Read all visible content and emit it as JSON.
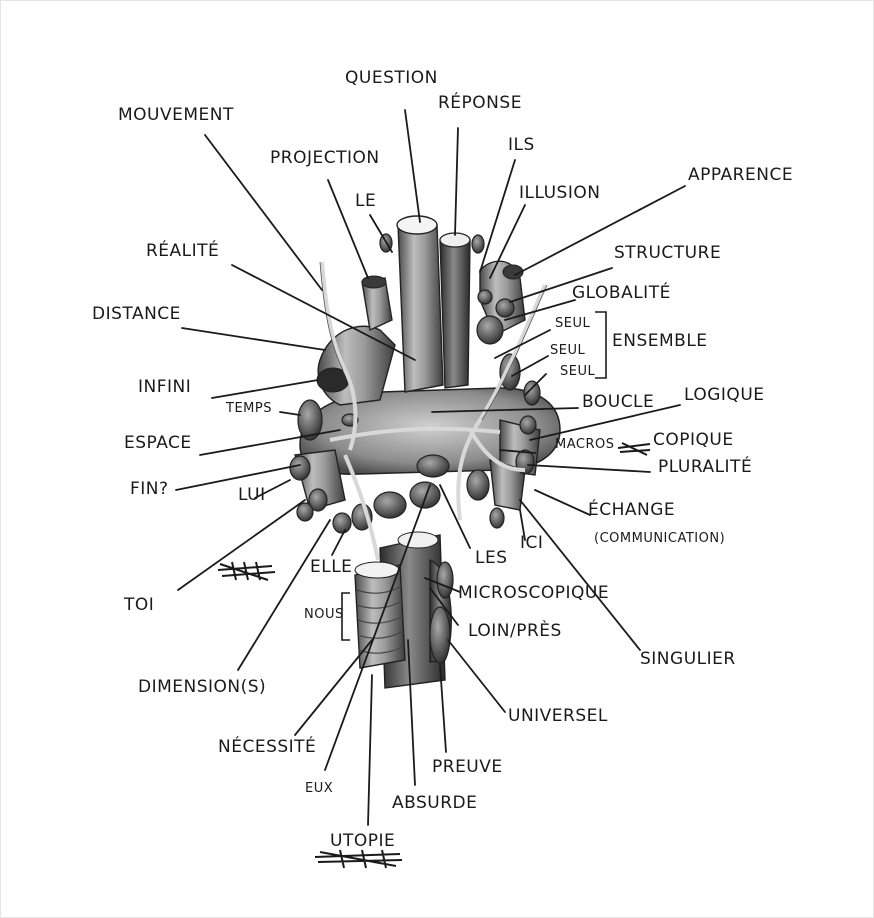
{
  "labels": {
    "question": "QUESTION",
    "reponse": "RÉPONSE",
    "ils": "ILS",
    "illusion": "ILLUSION",
    "apparence": "APPARENCE",
    "mouvement": "MOUVEMENT",
    "projection": "PROJECTION",
    "le": "LE",
    "realite": "RÉALITÉ",
    "structure": "STRUCTURE",
    "globalite": "GLOBALITÉ",
    "distance": "DISTANCE",
    "seul1": "SEUL",
    "seul2": "SEUL",
    "seul3": "SEUL",
    "ensemble": "ENSEMBLE",
    "infini": "INFINI",
    "temps": "TEMPS",
    "boucle": "BOUCLE",
    "logique": "LOGIQUE",
    "espace": "ESPACE",
    "macroscopique_pre": "MACROS",
    "macroscopique_post": "COPIQUE",
    "pluralite": "PLURALITÉ",
    "fin": "FIN?",
    "lui": "LUI",
    "echange": "ÉCHANGE",
    "communication": "(COMMUNICATION)",
    "elle": "ELLE",
    "les": "LES",
    "ici": "ICI",
    "toi": "TOI",
    "nous": "NOUS",
    "microscopique": "MICROSCOPIQUE",
    "loin_pres": "LOIN/PRÈS",
    "singulier": "SINGULIER",
    "dimensions": "DIMENSION(S)",
    "universel": "UNIVERSEL",
    "necessite": "NÉCESSITÉ",
    "eux": "EUX",
    "preuve": "PREUVE",
    "absurde": "ABSURDE",
    "utopie": "UTOPIE"
  }
}
